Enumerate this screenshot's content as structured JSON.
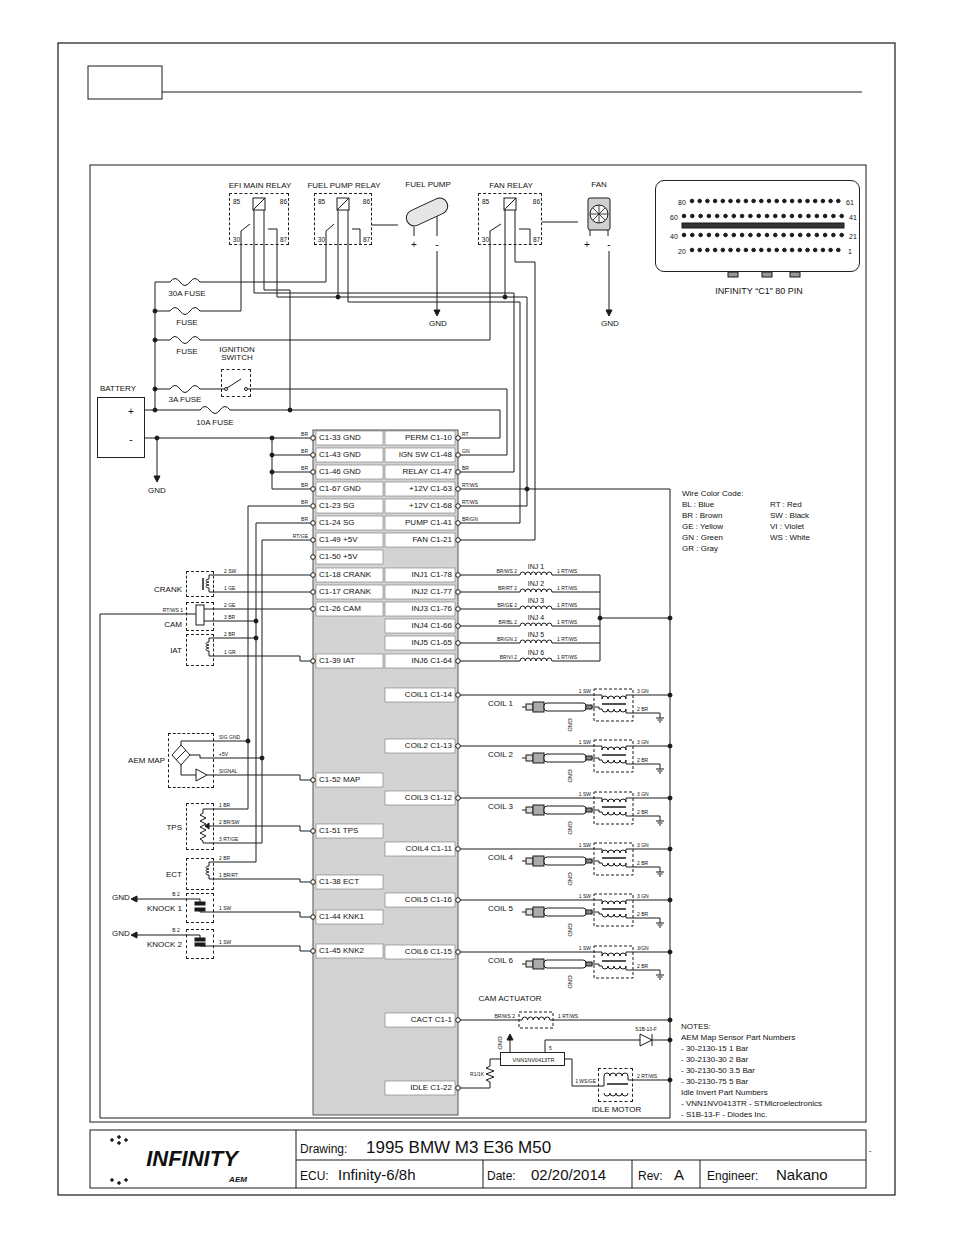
{
  "diagram": {
    "nodes": [
      {
        "text": [
          "EFI MAIN RELAY",
          "85",
          "86",
          "30",
          "87"
        ]
      },
      {
        "text": [
          "FUEL PUMP RELAY",
          "85",
          "86",
          "30",
          "87"
        ]
      },
      {
        "text": [
          "FUEL PUMP",
          "+",
          "-"
        ]
      },
      {
        "text": [
          "FAN RELAY",
          "85",
          "86",
          "30",
          "87"
        ]
      },
      {
        "text": [
          "FAN",
          "+",
          "-"
        ]
      },
      {
        "text": [
          "80",
          "61",
          "60",
          "41",
          "40",
          "21",
          "20",
          "1",
          "INFINITY “C1” 80 PIN"
        ]
      },
      {
        "text": [
          "IGNITION SWITCH"
        ]
      },
      {
        "text": [
          "BATTERY",
          "+",
          "-"
        ]
      },
      {
        "text": [
          "CRANK"
        ]
      },
      {
        "text": [
          "CAM"
        ]
      },
      {
        "text": [
          "IAT"
        ]
      },
      {
        "text": [
          "AEM MAP"
        ]
      },
      {
        "text": [
          "TPS"
        ]
      },
      {
        "text": [
          "ECT"
        ]
      },
      {
        "text": [
          "KNOCK 1"
        ]
      },
      {
        "text": [
          "KNOCK 2"
        ]
      },
      {
        "text": [
          "VNN1NV0413TR"
        ]
      },
      {
        "text": [
          "IDLE MOTOR"
        ]
      }
    ],
    "edges": [
      {
        "from": 1,
        "to": 2,
        "arrow": "none"
      },
      {
        "from": 3,
        "to": 4,
        "arrow": "none"
      }
    ],
    "labels": [
      "GND",
      "GND",
      "30A FUSE",
      "FUSE",
      "FUSE",
      "3A FUSE",
      "10A FUSE",
      "GND",
      "C1-33 GND",
      "C1-43 GND",
      "C1-46 GND",
      "C1-67 GND",
      "C1-23 SG",
      "C1-24 SG",
      "C1-49 +5V",
      "C1-50 +5V",
      "C1-18 CRANK",
      "C1-17 CRANK",
      "C1-26 CAM",
      "C1-39 IAT",
      "C1-52 MAP",
      "C1-51 TPS",
      "C1-38 ECT",
      "C1-44 KNK1",
      "C1-45 KNK2",
      "PERM C1-10",
      "IGN SW C1-48",
      "RELAY C1-47",
      "+12V C1-63",
      "+12V C1-68",
      "PUMP C1-41",
      "FAN C1-21",
      "INJ1 C1-78",
      "INJ2 C1-77",
      "INJ3 C1-76",
      "INJ4 C1-66",
      "INJ5 C1-65",
      "INJ6 C1-64",
      "COIL1 C1-14",
      "COIL2 C1-13",
      "COIL3 C1-12",
      "COIL4 C1-11",
      "COIL5 C1-16",
      "COIL6 C1-15",
      "CACT C1-1",
      "IDLE C1-22",
      "BR",
      "BR",
      "BR",
      "BR",
      "BR",
      "BR",
      "RT/GE",
      "RT",
      "GN",
      "BR",
      "RT/WS",
      "RT/WS",
      "BR/GN",
      "Wire Color Code:",
      "BL : Blue",
      "BR : Brown",
      "GE : Yellow",
      "GN : Green",
      "GR : Gray",
      "RT : Red",
      "SW : Black",
      "VI : Violet",
      "WS : White",
      "BR/WS 2",
      "INJ 1",
      "1 RT/WS",
      "BR/RT 2",
      "INJ 2",
      "1 RT/WS",
      "BR/GE 2",
      "INJ 3",
      "1 RT/WS",
      "BR/BL 2",
      "INJ 4",
      "1 RT/WS",
      "BR/GN 2",
      "INJ 5",
      "1 RT/WS",
      "BR/VI 2",
      "INJ 6",
      "1 RT/WS",
      "2 SW",
      "1 GE",
      "RT/WS 1",
      "2 GE",
      "3 BR",
      "2 BR",
      "1 GR",
      "SIG GND",
      "+5V",
      "SIGNAL",
      "1 BR",
      "2 BR/SW",
      "3 RT/GE",
      "2 BR",
      "1 BR/RT",
      "GND",
      "B 2",
      "1 SW",
      "GND",
      "B 2",
      "1 SW",
      "1 SW",
      "3 GN",
      "2 BR",
      "COIL 1",
      "GND",
      "1 SW",
      "3 GN",
      "2 BR",
      "COIL 2",
      "GND",
      "1 SW",
      "3 GN",
      "2 BR",
      "COIL 3",
      "GND",
      "1 SW",
      "3 GN",
      "2 BR",
      "COIL 4",
      "GND",
      "1 SW",
      "3 GN",
      "2 BR",
      "COIL 5",
      "GND",
      "1 SW",
      "3/GN",
      "2 BR",
      "COIL 6",
      "GND",
      "CAM ACTUATOR",
      "BR/WS 2",
      "1 RT/WS",
      "GND",
      "5",
      "S1B-13-F",
      "R1/1K",
      "1 WS/GE",
      "2 RT/WS",
      "NOTES:",
      "AEM Map Sensor Part Numbers",
      "- 30-2130-15 1 Bar",
      "- 30-2130-30 2 Bar",
      "- 30-2130-50 3.5 Bar",
      "- 30-2130-75 5 Bar",
      "Idle Invert Part Numbers",
      "- VNN1NV0413TR - STMicroelectronics",
      "- S1B-13-F - Diodes Inc.",
      "Drawing:",
      "1995 BMW M3 E36 M50",
      "ECU:",
      "Infinity-6/8h",
      "Date:",
      "02/20/2014",
      "Rev:",
      "A",
      "Engineer:",
      "Nakano",
      "INFINITY",
      "AEM",
      "-"
    ]
  }
}
